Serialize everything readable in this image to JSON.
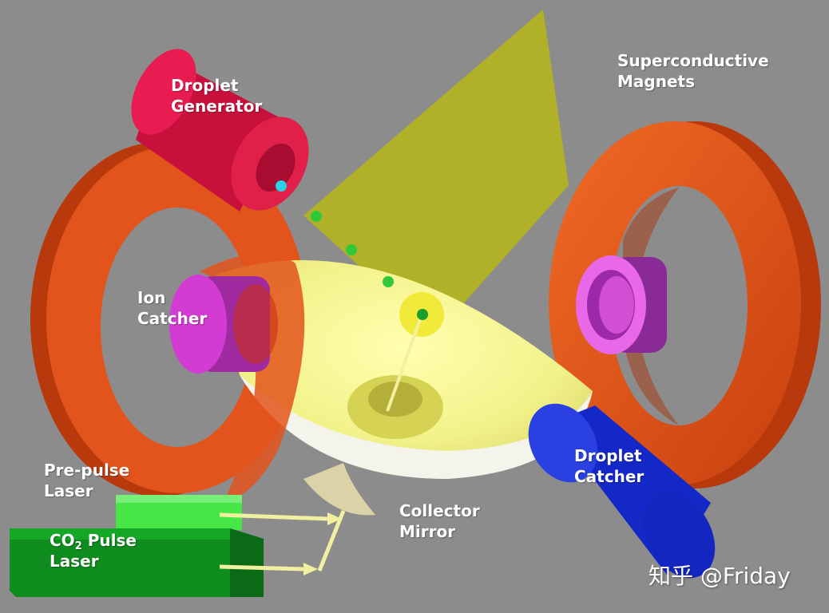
{
  "labels": {
    "droplet_generator": [
      "Droplet",
      "Generator"
    ],
    "superconductive_magnets": [
      "Superconductive",
      "Magnets"
    ],
    "ion_catcher": [
      "Ion",
      "Catcher"
    ],
    "pre_pulse_laser": [
      "Pre-pulse",
      "Laser"
    ],
    "co2_pulse_laser": {
      "prefix": "CO",
      "sub": "2",
      "suffix": " Pulse",
      "line2": "Laser"
    },
    "collector_mirror": [
      "Collector",
      "Mirror"
    ],
    "droplet_catcher": [
      "Droplet",
      "Catcher"
    ]
  },
  "watermark": "知乎 @Friday",
  "colors": {
    "background": "#8c8c8c",
    "magnet": "#e3541c",
    "droplet_generator": "#dc1446",
    "droplet_catcher": "#1428d2",
    "ion_catcher": "#d23cd2",
    "pre_pulse_laser": "#46e646",
    "co2_laser": "#0f8c1e",
    "euv_cone": "#b4b41e",
    "collector_mirror": "#f0f0c8",
    "droplet": "#32c83c"
  }
}
